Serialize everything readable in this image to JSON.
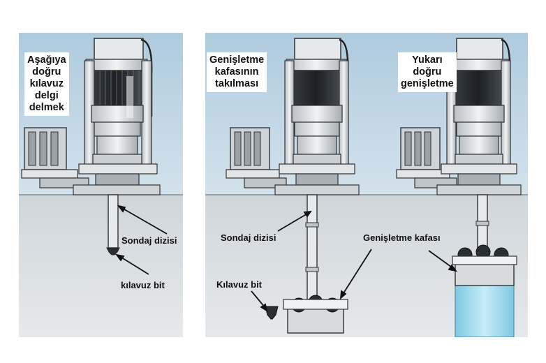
{
  "colors": {
    "sky": "#c3d6e4",
    "ground": "#d9dfe3",
    "shaft": "#a9dff0",
    "machine": "#d8dcdf",
    "dark": "#2a2f33"
  },
  "panels": [
    {
      "title": [
        "Aşağıya",
        "doğru",
        "kılavuz",
        "delgi",
        "delmek"
      ],
      "labels": {
        "drill_string": "Sondaj dizisi",
        "pilot_bit": "kılavuz bit"
      }
    },
    {
      "title": [
        "Genişletme",
        "kafasının",
        "takılması"
      ],
      "labels": {
        "drill_string": "Sondaj dizisi",
        "pilot_bit": "Kılavuz bit"
      }
    },
    {
      "title": [
        "Yukarı",
        "doğru",
        "genişletme"
      ],
      "labels": {
        "reamer_head": "Genişletme kafası"
      }
    }
  ],
  "shared": {
    "reamer_head_label": "Genişletme kafası"
  }
}
